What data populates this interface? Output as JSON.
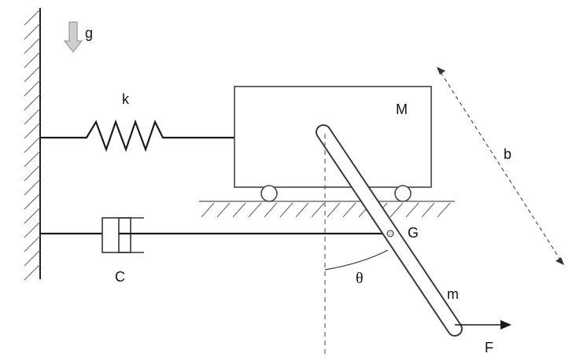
{
  "labels": {
    "gravity": "g",
    "spring": "k",
    "cart_mass": "M",
    "rod_length": "b",
    "center_of_mass": "G",
    "damper": "C",
    "angle": "θ",
    "rod_mass": "m",
    "force": "F"
  },
  "colors": {
    "line": "#1a1a1a",
    "hatch": "#555555",
    "gravity_arrow": "#aaaaaa"
  }
}
